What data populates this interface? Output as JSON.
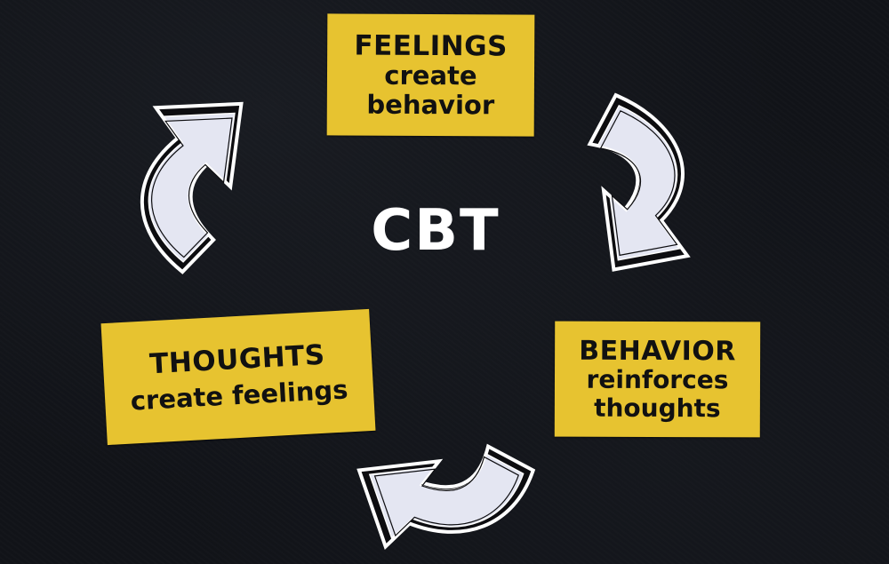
{
  "center": {
    "title": "CBT"
  },
  "cards": {
    "feelings": {
      "heading": "FEELINGS",
      "lines": [
        "create",
        "behavior"
      ]
    },
    "thoughts": {
      "heading": "THOUGHTS",
      "lines": [
        "create feelings"
      ]
    },
    "behavior": {
      "heading": "BEHAVIOR",
      "lines": [
        "reinforces",
        "thoughts"
      ]
    }
  },
  "arrows": [
    {
      "name": "arrow-top-left",
      "direction": "up-right"
    },
    {
      "name": "arrow-top-right",
      "direction": "down"
    },
    {
      "name": "arrow-bottom",
      "direction": "left"
    }
  ],
  "colors": {
    "background": "#111318",
    "card": "#e7c330",
    "text": "#111111",
    "arrow_fill": "#e4e6f2",
    "arrow_outline": "#ffffff",
    "arrow_stripe": "#0d0d10"
  }
}
